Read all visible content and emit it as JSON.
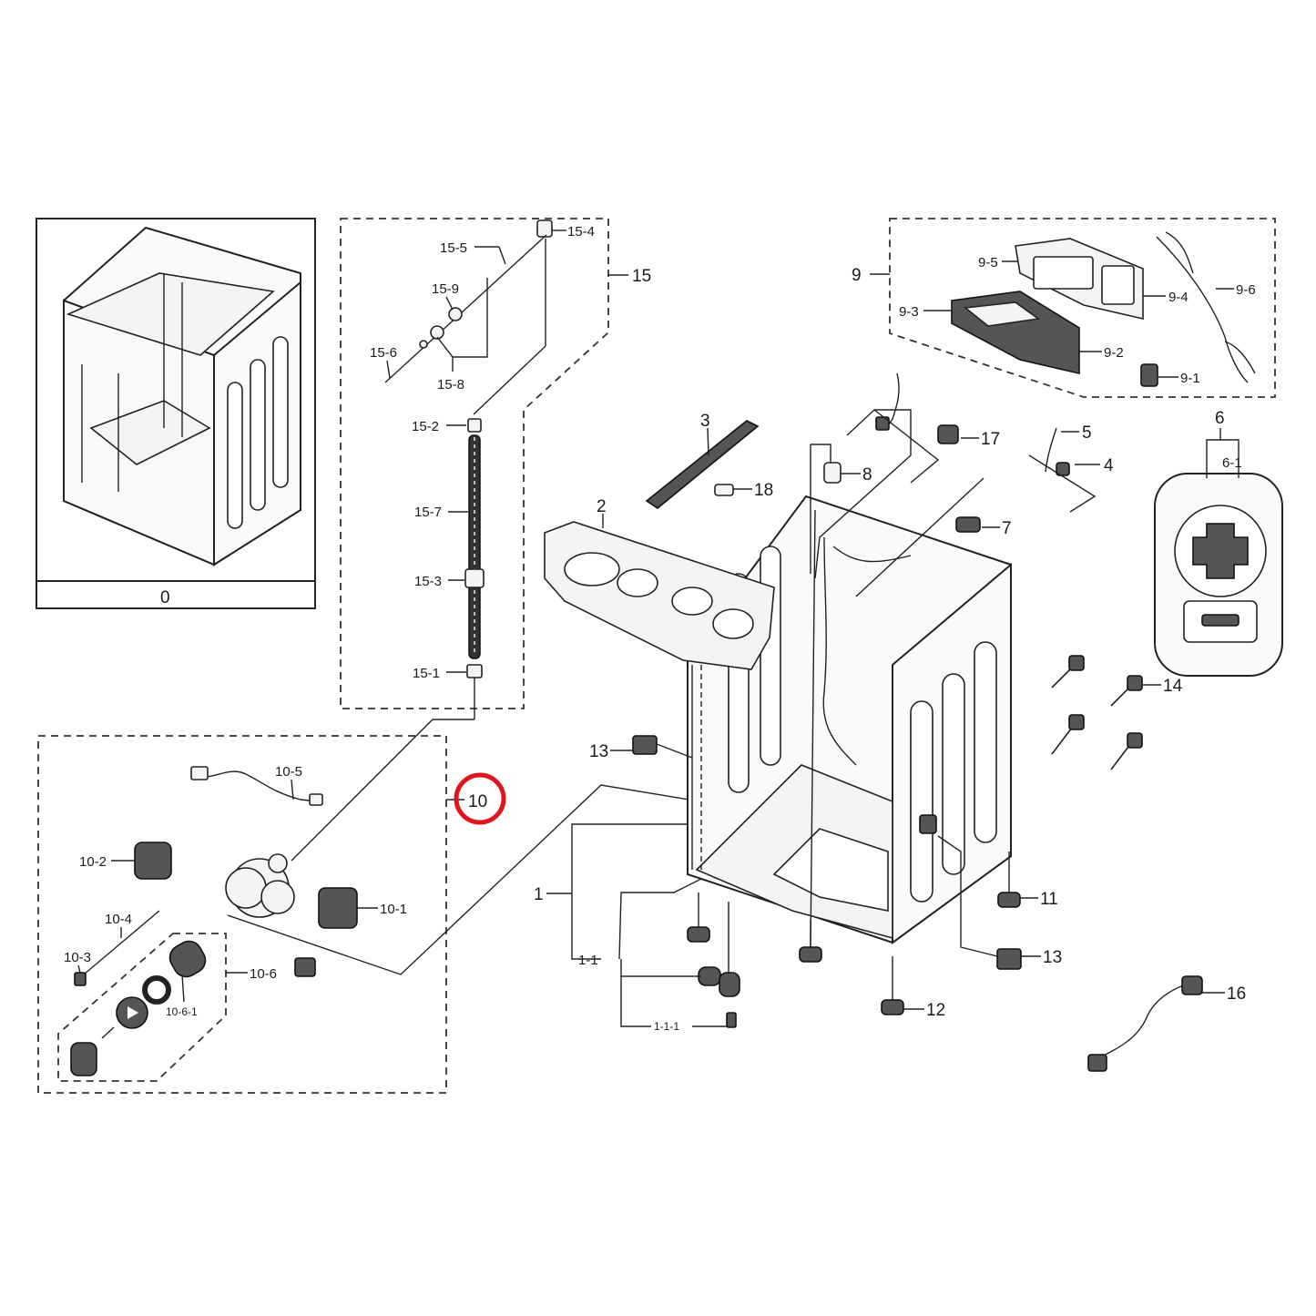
{
  "diagram": {
    "highlight_color": "#e0151d",
    "labels": {
      "p0": "0",
      "p1": "1",
      "p1_1": "1-1",
      "p1_1_1": "1-1-1",
      "p2": "2",
      "p3": "3",
      "p4": "4",
      "p5": "5",
      "p6": "6",
      "p6_1": "6-1",
      "p7": "7",
      "p8": "8",
      "p9": "9",
      "p9_1": "9-1",
      "p9_2": "9-2",
      "p9_3": "9-3",
      "p9_4": "9-4",
      "p9_5": "9-5",
      "p9_6": "9-6",
      "p10": "10",
      "p10_1": "10-1",
      "p10_2": "10-2",
      "p10_3": "10-3",
      "p10_4": "10-4",
      "p10_5": "10-5",
      "p10_6": "10-6",
      "p10_6_1": "10-6-1",
      "p11": "11",
      "p12": "12",
      "p13a": "13",
      "p13b": "13",
      "p14": "14",
      "p15": "15",
      "p15_1": "15-1",
      "p15_2": "15-2",
      "p15_3": "15-3",
      "p15_4": "15-4",
      "p15_5": "15-5",
      "p15_6": "15-6",
      "p15_7": "15-7",
      "p15_8": "15-8",
      "p15_9": "15-9",
      "p16": "16",
      "p17": "17",
      "p18": "18"
    }
  }
}
